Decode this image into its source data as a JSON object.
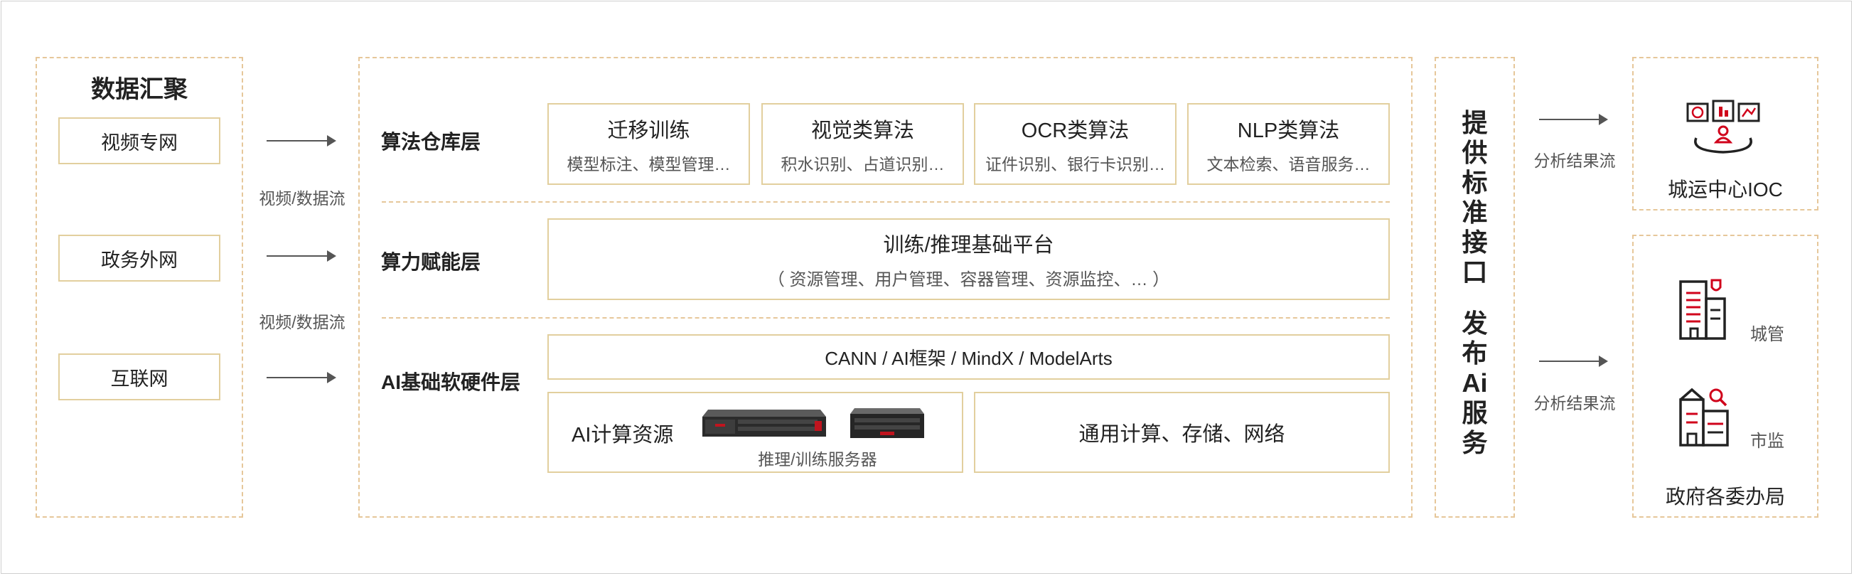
{
  "data_aggregation": {
    "title": "数据汇聚",
    "sources": [
      "视频专网",
      "政务外网",
      "互联网"
    ],
    "flow_labels": [
      "视频/数据流",
      "视频/数据流"
    ]
  },
  "platform": {
    "algorithm_layer": {
      "label": "算法仓库层",
      "cards": [
        {
          "title": "迁移训练",
          "subtitle": "模型标注、模型管理…"
        },
        {
          "title": "视觉类算法",
          "subtitle": "积水识别、占道识别…"
        },
        {
          "title": "OCR类算法",
          "subtitle": "证件识别、银行卡识别…"
        },
        {
          "title": "NLP类算法",
          "subtitle": "文本检索、语音服务…"
        }
      ]
    },
    "compute_layer": {
      "label": "算力赋能层",
      "title": "训练/推理基础平台",
      "subtitle": "（ 资源管理、用户管理、容器管理、资源监控、… ）"
    },
    "infra_layer": {
      "label": "AI基础软硬件层",
      "frameworks": "CANN / AI框架 / MindX / ModelArts",
      "ai_compute_label": "AI计算资源",
      "server_caption": "推理/训练服务器",
      "general_compute": "通用计算、存储、网络"
    }
  },
  "interface": {
    "group1": [
      "提",
      "供",
      "标",
      "准",
      "接",
      "口"
    ],
    "group2": [
      "发",
      "布",
      "Ai",
      "服",
      "务"
    ]
  },
  "outputs": {
    "flow_labels": [
      "分析结果流",
      "分析结果流"
    ],
    "ioc_title": "城运中心IOC",
    "gov_title": "政府各委办局",
    "gov_items": [
      "城管",
      "市监"
    ]
  },
  "colors": {
    "dash_border": "#e6c79a",
    "box_border": "#e2cf9e",
    "accent_red": "#d0021b"
  }
}
